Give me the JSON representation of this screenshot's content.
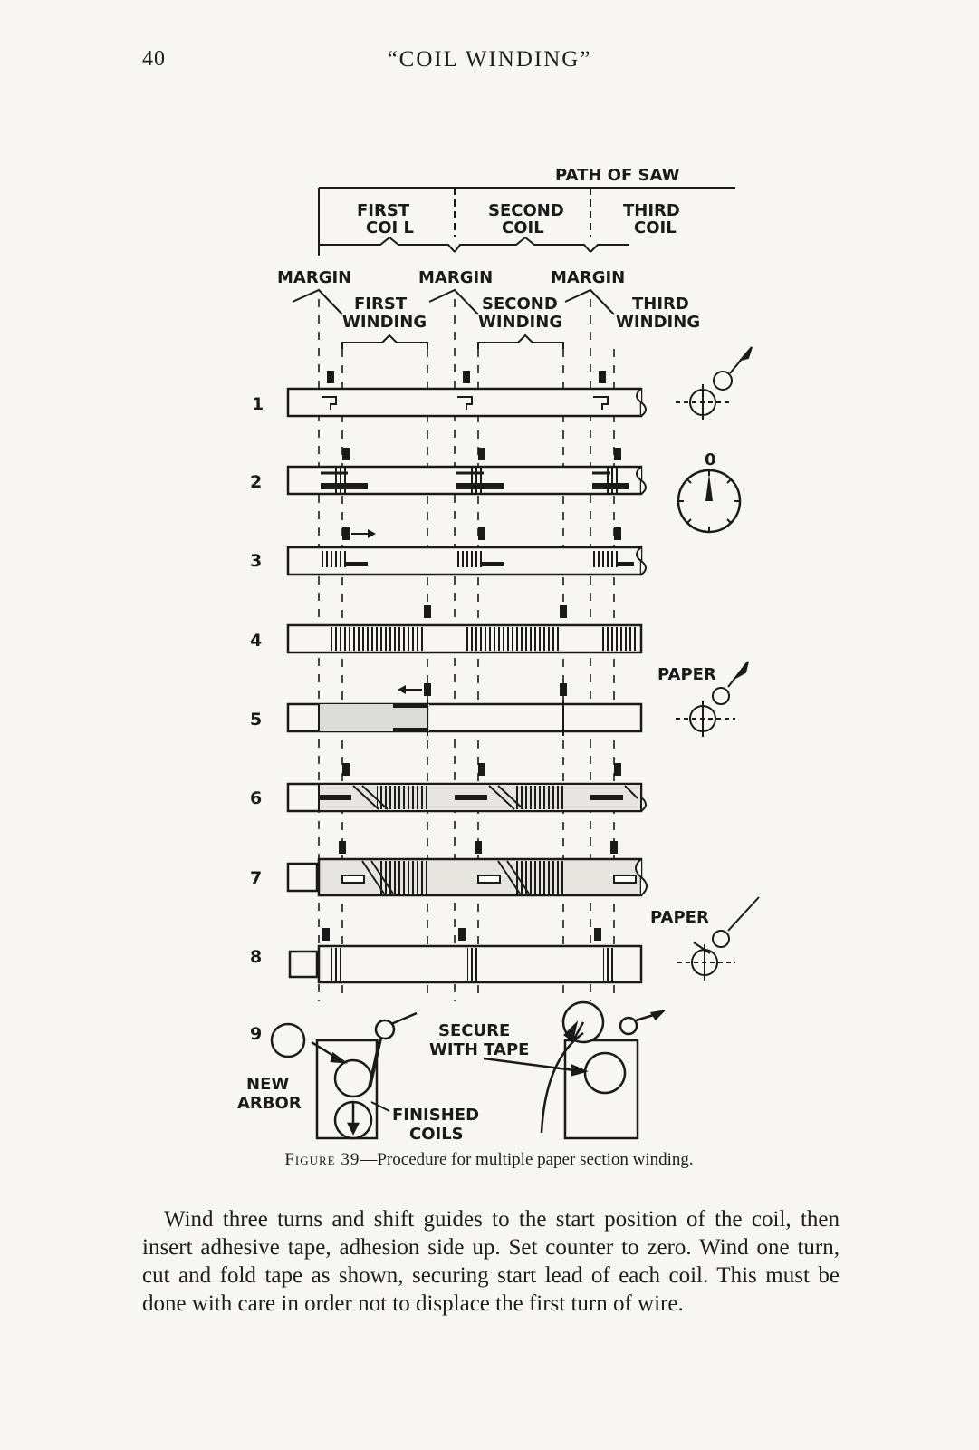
{
  "header": {
    "page_number": "40",
    "running_title": "“COIL WINDING”"
  },
  "figure": {
    "top_label": "PATH OF SAW",
    "coils": [
      "FIRST",
      "COI L",
      "SECOND",
      "COIL",
      "THIRD",
      "COIL"
    ],
    "margin_label": "MARGIN",
    "windings": [
      "FIRST",
      "WINDING",
      "SECOND",
      "WINDING",
      "THIRD",
      "WINDING"
    ],
    "steps": [
      "1",
      "2",
      "3",
      "4",
      "5",
      "6",
      "7",
      "8",
      "9"
    ],
    "counter_label": "0",
    "paper_label": "PAPER",
    "new_arbor": [
      "NEW",
      "ARBOR"
    ],
    "secure_tape": [
      "SECURE",
      "WITH TAPE"
    ],
    "finished_coils": [
      "FINISHED",
      "COILS"
    ]
  },
  "caption": {
    "label": "Figure 39",
    "text": "—Procedure for multiple paper section winding."
  },
  "body": {
    "paragraph": "Wind three turns and shift guides to the start position of the coil, then insert adhesive tape, adhesion side up. Set counter to zero. Wind one turn, cut and fold tape as shown, securing start lead of each coil. This must be done with care in order not to displace the first turn of wire."
  }
}
